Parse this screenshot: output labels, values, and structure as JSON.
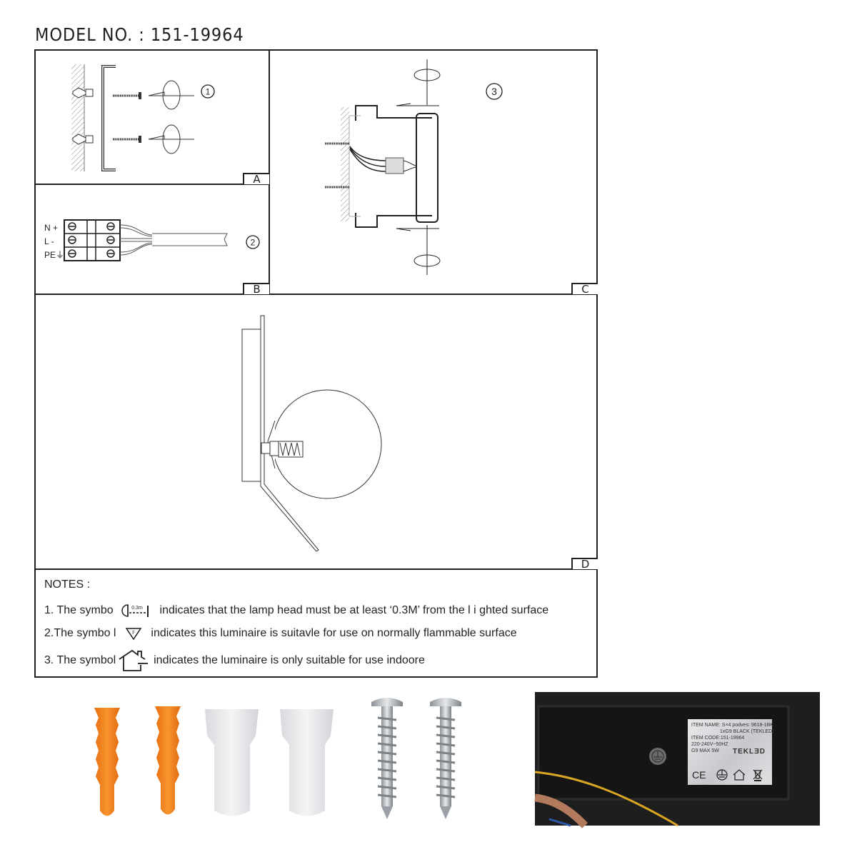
{
  "header": {
    "model_label": "MODEL NO. : 151-19964"
  },
  "panels": {
    "A": {
      "tag": "A",
      "step": "1",
      "description": "Mount bracket to wall with wall plugs and screws"
    },
    "B": {
      "tag": "B",
      "step": "2",
      "terminal_labels": [
        "N +",
        "L -",
        "PE⏚"
      ],
      "description": "Wire connection to terminal block"
    },
    "C": {
      "tag": "C",
      "step": "3",
      "description": "Attach fixture body to bracket and fasten screws"
    },
    "D": {
      "tag": "D",
      "description": "Side view of wall lamp with G9 globe bulb"
    }
  },
  "notes": {
    "heading": "NOTES :",
    "items": [
      {
        "prefix": "1. The symbo",
        "symbol": "min-distance-0.3m-icon",
        "symbol_text": "0.3m",
        "text": "indicates that the lamp head must be at least ‘0.3M’ from the l i ghted surface"
      },
      {
        "prefix": "2.The symbo l",
        "symbol": "flammable-surface-icon",
        "symbol_text": "F",
        "text": "indicates this luminaire is suitavle for use on normally flammable surface"
      },
      {
        "prefix": "3. The symbol",
        "symbol": "indoor-use-icon",
        "symbol_text": "",
        "text": "indicates the luminaire is only suitable for use indoore"
      }
    ]
  },
  "accessories": {
    "items": [
      {
        "name": "wall-plug",
        "count": 2,
        "color": "#f07d1a"
      },
      {
        "name": "wire-connector-cap",
        "count": 2,
        "color": "#e6e7ea"
      },
      {
        "name": "screw",
        "count": 2,
        "color": "#b8bcc0"
      }
    ]
  },
  "product_label": {
    "lines": [
      "ITEM NAME: S×4 podves: 9618-1BK",
      "1xG9 BLACK (TEKLED)",
      "ITEM CODE:151-19964",
      "220-240V~50HZ",
      "G9 MAX 5W"
    ],
    "brand": "TEKLƎD",
    "cert_icons": [
      "CE",
      "earth",
      "indoor",
      "weee"
    ]
  }
}
